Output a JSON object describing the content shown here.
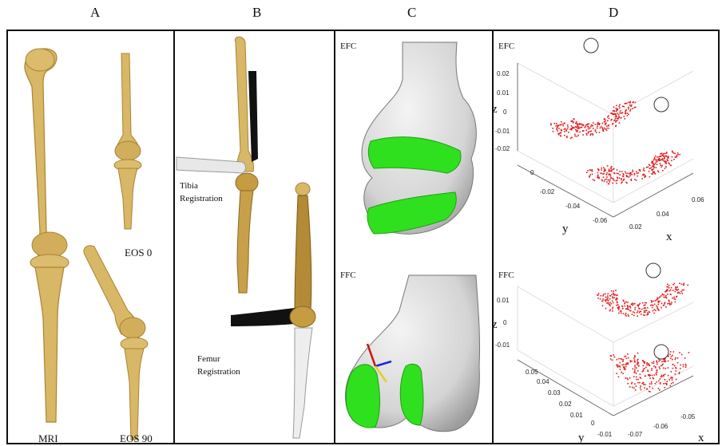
{
  "columns": [
    "A",
    "B",
    "C",
    "D"
  ],
  "panelA": {
    "labels": {
      "eos0": "EOS 0",
      "mri": "MRI",
      "eos90": "EOS 90"
    }
  },
  "panelB": {
    "labels": {
      "tibia1": "Tibia",
      "tibia2": "Registration",
      "femur1": "Femur",
      "femur2": "Registration"
    }
  },
  "panelC": {
    "labels": {
      "efc": "EFC",
      "ffc": "FFC"
    }
  },
  "panelD": {
    "efc": {
      "title": "EFC",
      "zticks": [
        "0.02",
        "0.01",
        "0",
        "-0.01",
        "-0.02"
      ],
      "yticks": [
        "0",
        "-0.02",
        "-0.04",
        "-0.06"
      ],
      "xticks": [
        "0.02",
        "0.04",
        "0.06"
      ],
      "zlabel": "z",
      "ylabel": "y",
      "xlabel": "x"
    },
    "ffc": {
      "title": "FFC",
      "zticks": [
        "0.01",
        "0",
        "-0.01"
      ],
      "yticks": [
        "0.05",
        "0.04",
        "0.03",
        "0.02",
        "0.01",
        "0",
        "-0.01"
      ],
      "xticks": [
        "-0.05",
        "-0.06",
        "-0.07"
      ],
      "zlabel": "z",
      "ylabel": "y",
      "xlabel": "x"
    }
  },
  "colors": {
    "bone": "#d8b766",
    "boneShade": "#a88432",
    "cartilage": "#2fe01f",
    "points": "#e11a1a",
    "femurGray": "#e6e6e6"
  }
}
